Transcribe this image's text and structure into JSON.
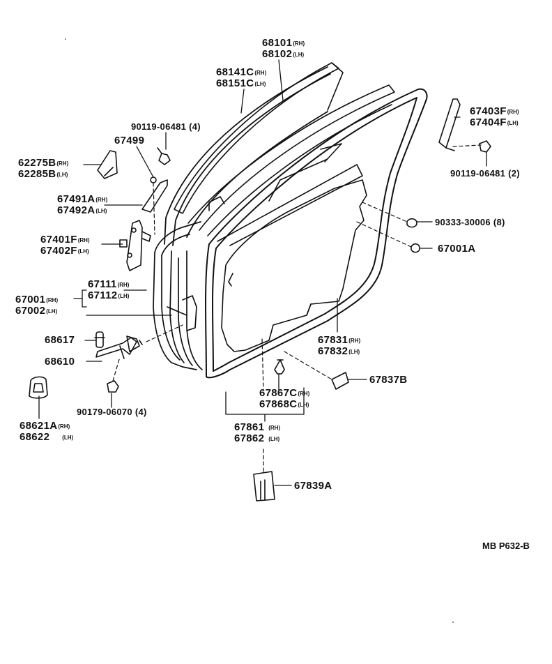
{
  "colors": {
    "ink": "#111111",
    "paper": "#ffffff"
  },
  "labels": {
    "p68101": "68101",
    "p68101_s": "(RH)",
    "p68102": "68102",
    "p68102_s": "(LH)",
    "p68141": "68141C",
    "p68141_s": "(RH)",
    "p68151": "68151C",
    "p68151_s": "(LH)",
    "p90119a": "90119-06481 (4)",
    "p67499": "67499",
    "p62275": "62275B",
    "p62275_s": "(RH)",
    "p62285": "62285B",
    "p62285_s": "(LH)",
    "p67491": "67491A",
    "p67491_s": "(RH)",
    "p67492": "67492A",
    "p67492_s": "(LH)",
    "p67401": "67401F",
    "p67401_s": "(RH)",
    "p67402": "67402F",
    "p67402_s": "(LH)",
    "p67111": "67111",
    "p67111_s": "(RH)",
    "p67112": "67112",
    "p67112_s": "(LH)",
    "p67001l": "67001",
    "p67001l_s": "(RH)",
    "p67002": "67002",
    "p67002_s": "(LH)",
    "p68617": "68617",
    "p68610": "68610",
    "p90179": "90179-06070 (4)",
    "p68621": "68621A",
    "p68621_s": "(RH)",
    "p68622": "68622",
    "p68622_s": "(LH)",
    "p67403": "67403F",
    "p67403_s": "(RH)",
    "p67404": "67404F",
    "p67404_s": "(LH)",
    "p90119b": "90119-06481 (2)",
    "p90333": "90333-30006 (8)",
    "p67001r": "67001A",
    "p67831": "67831",
    "p67831_s": "(RH)",
    "p67832": "67832",
    "p67832_s": "(LH)",
    "p67837": "67837B",
    "p67867": "67867C",
    "p67867_s": "(RH)",
    "p67868": "67868C",
    "p67868_s": "(LH)",
    "p67861": "67861",
    "p67861_s": "(RH)",
    "p67862": "67862",
    "p67862_s": "(LH)",
    "p67839": "67839A",
    "ref": "MB P632-B"
  }
}
